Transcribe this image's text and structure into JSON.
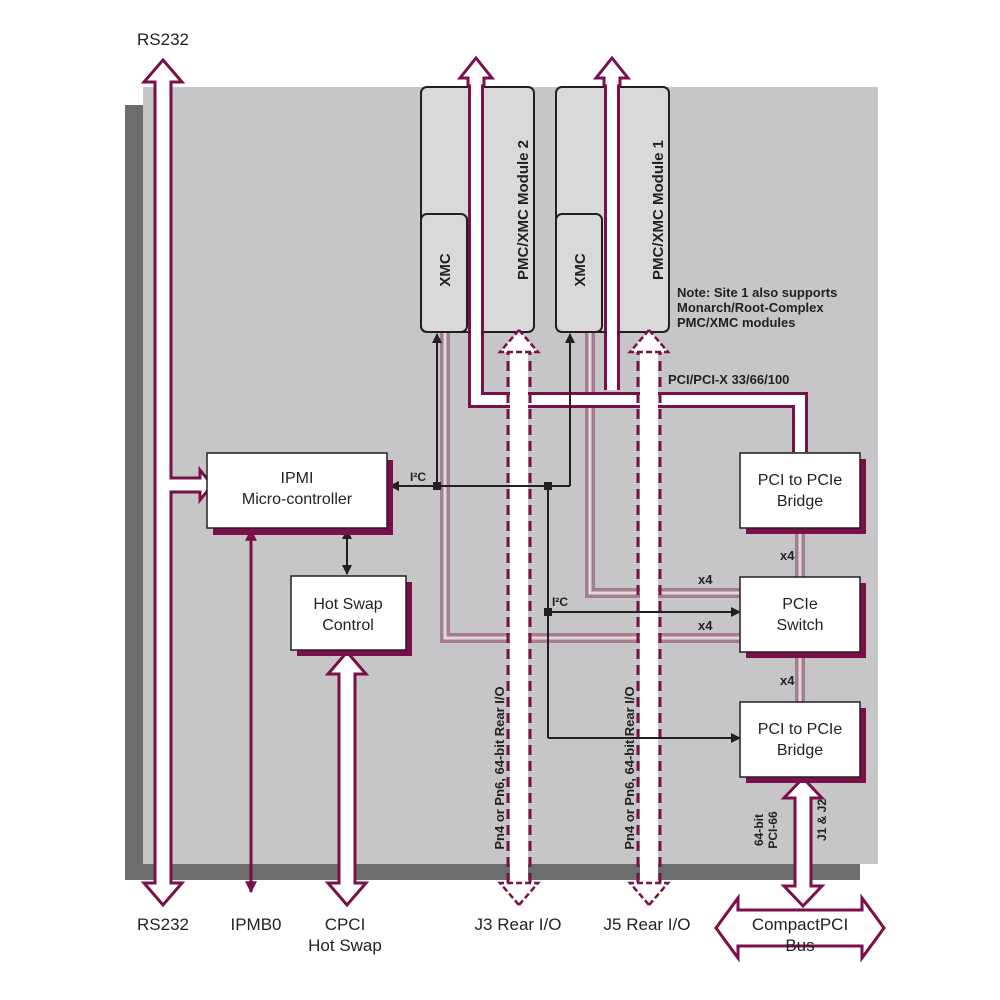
{
  "colors": {
    "bus": "#7a0f4a",
    "bus_fill": "#ffffff",
    "board": "#c6c6c8",
    "board_shadow": "#6d6e70",
    "module": "#d9d9da",
    "lane": "#a57d91",
    "lane_core": "#e4d7df",
    "link": "#231f20"
  },
  "labels": {
    "rs232_top": "RS232",
    "rs232_bottom": "RS232",
    "ipmb0": "IPMB0",
    "cpci_hotswap_line1": "CPCI",
    "cpci_hotswap_line2": "Hot Swap",
    "j3_rear_io": "J3 Rear I/O",
    "j5_rear_io": "J5 Rear I/O",
    "compactpci_line1": "CompactPCI",
    "compactpci_line2": "Bus"
  },
  "modules": {
    "module2_title": "PMC/XMC Module 2",
    "module1_title": "PMC/XMC Module 1",
    "xmc_label": "XMC"
  },
  "note": {
    "line1": "Note: Site 1 also supports",
    "line2": "Monarch/Root-Complex",
    "line3": "PMC/XMC modules"
  },
  "bus_labels": {
    "pci_bus": "PCI/PCI-X 33/66/100",
    "i2c_top": "I²C",
    "i2c_mid": "I²C",
    "x4_bridge_switch": "x4",
    "x4_lane_upper": "x4",
    "x4_lane_lower": "x4",
    "x4_switch_bridge": "x4",
    "rear_io_j3": "Pn4 or Pn6, 64-bit Rear I/O",
    "rear_io_j5": "Pn4 or Pn6, 64-bit Rear I/O",
    "pci66_line1": "64-bit",
    "pci66_line2": "PCI-66",
    "j1_j2": "J1 & J2"
  },
  "blocks": {
    "ipmi_line1": "IPMI",
    "ipmi_line2": "Micro-controller",
    "hotswap_line1": "Hot Swap",
    "hotswap_line2": "Control",
    "bridge_top_line1": "PCI to PCIe",
    "bridge_top_line2": "Bridge",
    "switch_line1": "PCIe",
    "switch_line2": "Switch",
    "bridge_bottom_line1": "PCI to PCIe",
    "bridge_bottom_line2": "Bridge"
  }
}
